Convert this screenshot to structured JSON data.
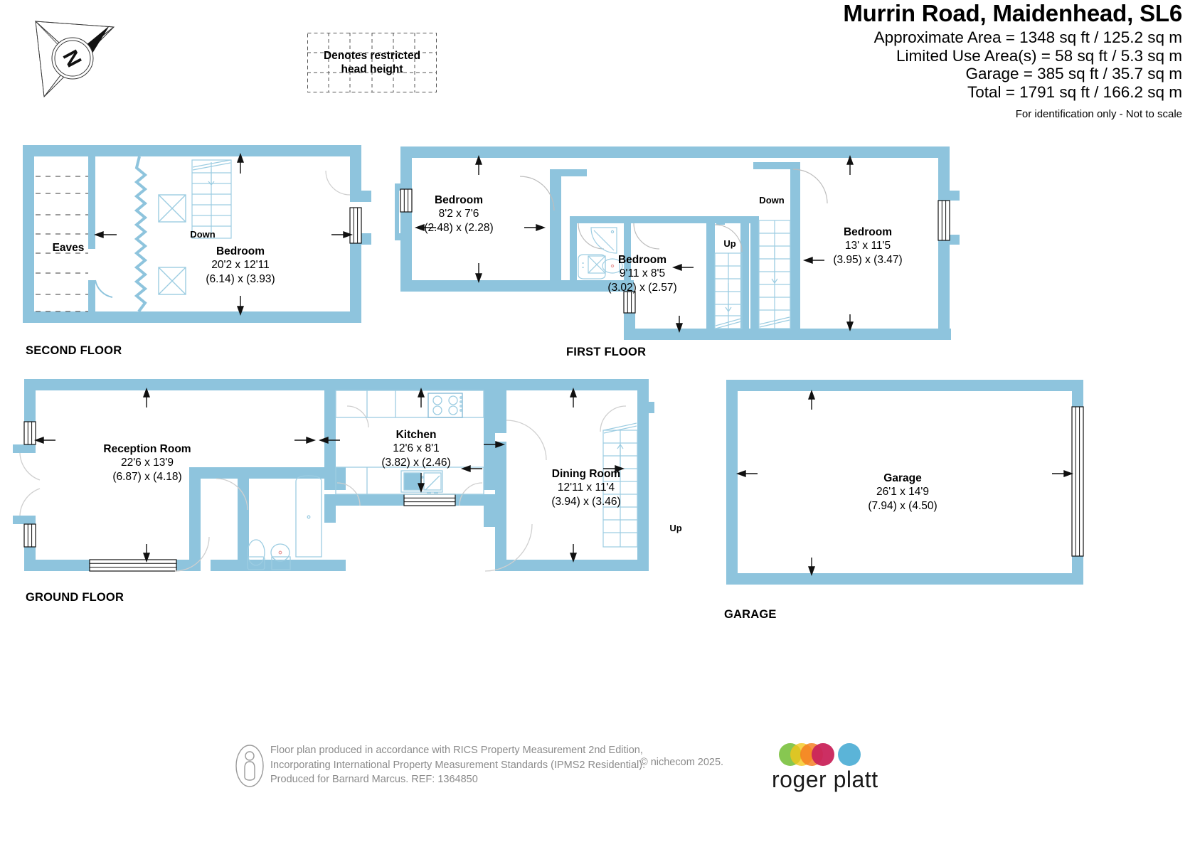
{
  "header": {
    "title": "Murrin Road, Maidenhead, SL6",
    "approximate_area": "Approximate Area = 1348 sq ft / 125.2 sq m",
    "limited_use_area": "Limited Use Area(s) = 58 sq ft / 5.3 sq m",
    "garage_area": "Garage = 385 sq ft / 35.7 sq m",
    "total_area": "Total = 1791 sq ft / 166.2 sq m",
    "disclaimer": "For identification only - Not to scale"
  },
  "compass": {
    "north_letter": "N"
  },
  "legend": {
    "line1": "Denotes restricted",
    "line2": "head height"
  },
  "floors": {
    "second": {
      "label": "SECOND FLOOR",
      "rooms": [
        {
          "name": "Eaves",
          "dim_ft": "",
          "dim_m": ""
        },
        {
          "name": "Bedroom",
          "dim_ft": "20'2 x 12'11",
          "dim_m": "(6.14) x (3.93)"
        }
      ],
      "stairs": [
        {
          "label": "Down"
        }
      ]
    },
    "first": {
      "label": "FIRST FLOOR",
      "rooms": [
        {
          "name": "Bedroom",
          "dim_ft": "8'2 x 7'6",
          "dim_m": "(2.48) x (2.28)"
        },
        {
          "name": "Bedroom",
          "dim_ft": "9'11 x 8'5",
          "dim_m": "(3.02) x (2.57)"
        },
        {
          "name": "Bedroom",
          "dim_ft": "13' x 11'5",
          "dim_m": "(3.95) x (3.47)"
        }
      ],
      "stairs": [
        {
          "label": "Up"
        },
        {
          "label": "Down"
        }
      ]
    },
    "ground": {
      "label": "GROUND FLOOR",
      "rooms": [
        {
          "name": "Reception Room",
          "dim_ft": "22'6 x 13'9",
          "dim_m": "(6.87) x (4.18)"
        },
        {
          "name": "Kitchen",
          "dim_ft": "12'6 x 8'1",
          "dim_m": "(3.82) x (2.46)"
        },
        {
          "name": "Dining Room",
          "dim_ft": "12'11 x 11'4",
          "dim_m": "(3.94) x (3.46)"
        }
      ],
      "stairs": [
        {
          "label": "Up"
        }
      ]
    },
    "garage": {
      "label": "GARAGE",
      "rooms": [
        {
          "name": "Garage",
          "dim_ft": "26'1 x 14'9",
          "dim_m": "(7.94) x (4.50)"
        }
      ],
      "stairs": []
    }
  },
  "footer": {
    "line1": "Floor plan produced in accordance with RICS Property Measurement 2nd Edition,",
    "line2": "Incorporating International Property Measurement Standards (IPMS2 Residential).",
    "line3": "Produced for Barnard Marcus.   REF:  1364850",
    "copyright": "© nichecom 2025.",
    "brand_name": "roger platt"
  },
  "colors": {
    "wall": "#8ec4dd",
    "fixture_stroke": "#7fb7d4",
    "text": "#000000",
    "footer_text": "#8b8b8b",
    "brand_green": "#7dc242",
    "brand_yellow": "#f5c518",
    "brand_orange": "#f47b20",
    "brand_red": "#c9245b",
    "brand_blue": "#5bb4d8"
  }
}
